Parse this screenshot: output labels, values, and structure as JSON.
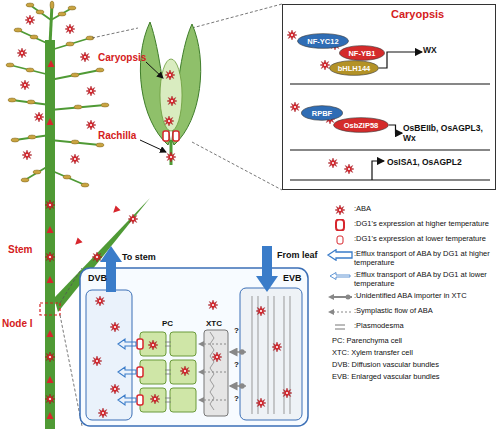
{
  "diagram": {
    "nodes": [
      {
        "text": [
          "Caryopsis"
        ]
      },
      {
        "text": [
          "NF-YC12"
        ],
        "in": 0
      },
      {
        "text": [
          "NF-YB1"
        ],
        "in": 0
      },
      {
        "text": [
          "bHLH144"
        ],
        "in": 0
      },
      {
        "text": [
          "WX"
        ],
        "in": 0
      },
      {
        "text": [
          "RPBF"
        ],
        "in": 0
      },
      {
        "text": [
          "OsbZIP58"
        ],
        "in": 0
      },
      {
        "text": [
          "OsBEIIb, OsAGPL3, Wx"
        ],
        "in": 0
      },
      {
        "text": [
          "OsISA1, OsAGPL2"
        ],
        "in": 0
      }
    ],
    "edges": [
      {
        "from": 3,
        "to": 4,
        "arrow": "to"
      },
      {
        "from": 6,
        "to": 7,
        "arrow": "to"
      }
    ],
    "labels": [
      "Caryopsis",
      "Rachilla",
      "Stem",
      "Node I",
      "To stem",
      "DVB",
      "PC",
      "XTC",
      "?",
      "?",
      "?",
      "EVB",
      "From leaf"
    ],
    "legend": [
      {
        "text": ":ABA"
      },
      {
        "text": ":DG1's expression at higher temperature"
      },
      {
        "text": ":DG1's expression at lower temperature"
      },
      {
        "text": ":Efflux transport of ABA by DG1 at higher temperature"
      },
      {
        "text": ":Efflux transport of ABA by DG1 at lower temperature"
      },
      {
        "text": ":Unidentified ABA importer in XTC"
      },
      {
        "text": ":Symplastic flow of ABA"
      },
      {
        "text": ":Plasmodesma"
      },
      {
        "text": "PC: Parenchyma cell"
      },
      {
        "text": "XTC: Xylem transfer cell"
      },
      {
        "text": "DVB: Diffusion vascular bundles"
      },
      {
        "text": "EVB: Enlarged vascular bundles"
      }
    ]
  }
}
